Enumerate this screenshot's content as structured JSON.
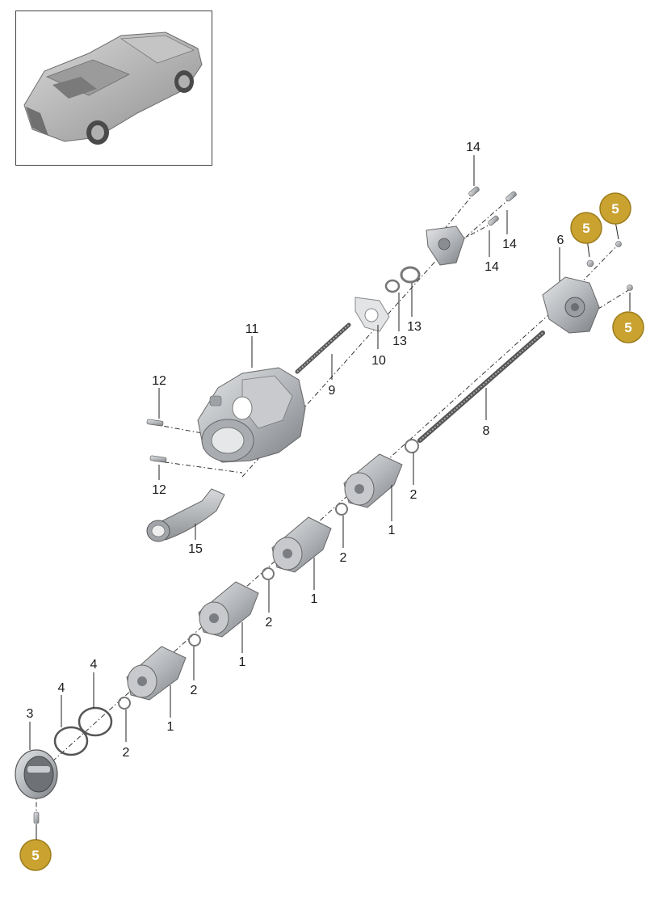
{
  "thumbnail": {
    "subject": "car-thumbnail"
  },
  "colors": {
    "badge": "#c9a230",
    "badge_border": "#9c7d1c",
    "part_metal": "#b9bcc0",
    "part_dark": "#6b6e72"
  },
  "callouts": [
    {
      "id": "c14a",
      "label": "14"
    },
    {
      "id": "c14b",
      "label": "14"
    },
    {
      "id": "c14c",
      "label": "14"
    },
    {
      "id": "c6",
      "label": "6"
    },
    {
      "id": "c11",
      "label": "11"
    },
    {
      "id": "c9",
      "label": "9"
    },
    {
      "id": "c10",
      "label": "10"
    },
    {
      "id": "c13a",
      "label": "13"
    },
    {
      "id": "c13b",
      "label": "13"
    },
    {
      "id": "c12a",
      "label": "12"
    },
    {
      "id": "c12b",
      "label": "12"
    },
    {
      "id": "c15",
      "label": "15"
    },
    {
      "id": "c8",
      "label": "8"
    },
    {
      "id": "c2a",
      "label": "2"
    },
    {
      "id": "c1a",
      "label": "1"
    },
    {
      "id": "c2b",
      "label": "2"
    },
    {
      "id": "c1b",
      "label": "1"
    },
    {
      "id": "c2c",
      "label": "2"
    },
    {
      "id": "c1c",
      "label": "1"
    },
    {
      "id": "c2d",
      "label": "2"
    },
    {
      "id": "c1d",
      "label": "1"
    },
    {
      "id": "c4a",
      "label": "4"
    },
    {
      "id": "c4b",
      "label": "4"
    },
    {
      "id": "c3",
      "label": "3"
    },
    {
      "id": "c2e",
      "label": "2"
    }
  ],
  "badges": [
    {
      "id": "b5a",
      "label": "5"
    },
    {
      "id": "b5b",
      "label": "5"
    },
    {
      "id": "b5c",
      "label": "5"
    },
    {
      "id": "b5d",
      "label": "5"
    }
  ]
}
